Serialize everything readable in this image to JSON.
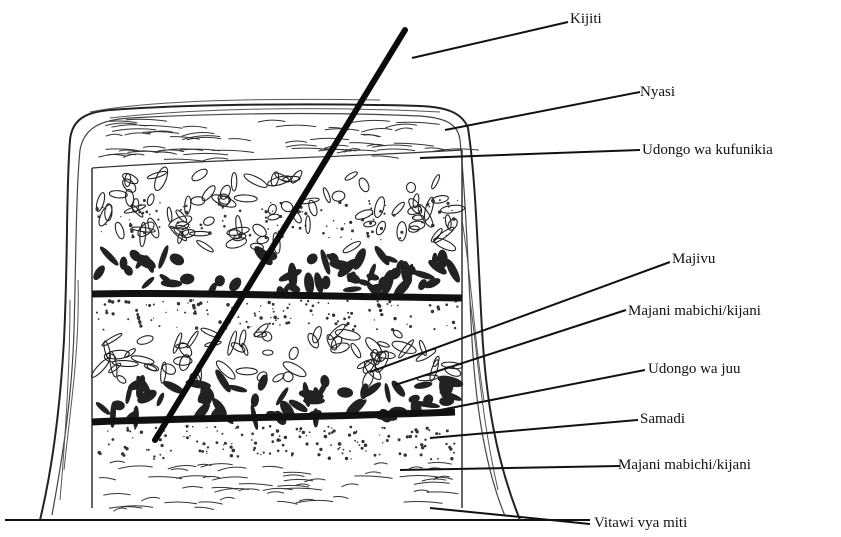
{
  "labels": {
    "kijiti": "Kijiti",
    "nyasi": "Nyasi",
    "udongo_wa_kufunikia": "Udongo wa kufunikia",
    "majivu": "Majivu",
    "majani_mabichi_1": "Majani mabichi/kijani",
    "udongo_wa_juu": "Udongo wa juu",
    "samadi": "Samadi",
    "majani_mabichi_2": "Majani mabichi/kijani",
    "vitawi_vya_miti": "Vitawi vya miti"
  },
  "colors": {
    "ink": "#111111",
    "paper": "#ffffff"
  }
}
